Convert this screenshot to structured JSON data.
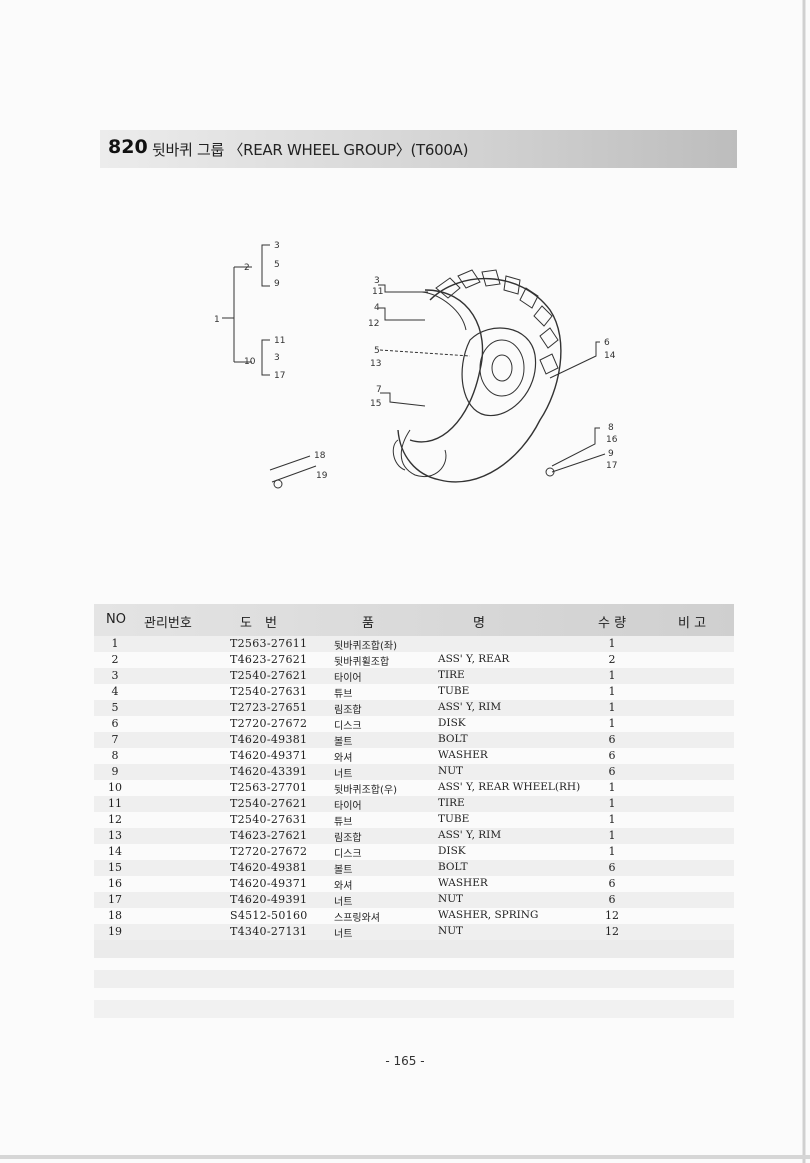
{
  "header": {
    "number": "820",
    "title": "뒷바퀴 그룹 〈REAR WHEEL GROUP〉(T600A)"
  },
  "table": {
    "columns": {
      "no": "NO",
      "mgmt": "관리번호",
      "drawing": "도　번",
      "name_a": "품",
      "name_b": "명",
      "qty": "수 량",
      "note": "비 고"
    },
    "rows": [
      {
        "no": "1",
        "part": "T2563-27611",
        "kr": "뒷바퀴조합(좌)",
        "en": "",
        "qty": "1"
      },
      {
        "no": "2",
        "part": "T4623-27621",
        "kr": "뒷바퀴휠조합",
        "en": "ASS' Y, REAR",
        "qty": "2"
      },
      {
        "no": "3",
        "part": "T2540-27621",
        "kr": "타이어",
        "en": "TIRE",
        "qty": "1"
      },
      {
        "no": "4",
        "part": "T2540-27631",
        "kr": "튜브",
        "en": "TUBE",
        "qty": "1"
      },
      {
        "no": "5",
        "part": "T2723-27651",
        "kr": "림조합",
        "en": "ASS' Y, RIM",
        "qty": "1"
      },
      {
        "no": "6",
        "part": "T2720-27672",
        "kr": "디스크",
        "en": "DISK",
        "qty": "1"
      },
      {
        "no": "7",
        "part": "T4620-49381",
        "kr": "볼트",
        "en": "BOLT",
        "qty": "6"
      },
      {
        "no": "8",
        "part": "T4620-49371",
        "kr": "와셔",
        "en": "WASHER",
        "qty": "6"
      },
      {
        "no": "9",
        "part": "T4620-43391",
        "kr": "너트",
        "en": "NUT",
        "qty": "6"
      },
      {
        "no": "10",
        "part": "T2563-27701",
        "kr": "뒷바퀴조합(우)",
        "en": "ASS' Y, REAR WHEEL(RH)",
        "qty": "1"
      },
      {
        "no": "11",
        "part": "T2540-27621",
        "kr": "타이어",
        "en": "TIRE",
        "qty": "1"
      },
      {
        "no": "12",
        "part": "T2540-27631",
        "kr": "튜브",
        "en": "TUBE",
        "qty": "1"
      },
      {
        "no": "13",
        "part": "T4623-27621",
        "kr": "림조합",
        "en": "ASS' Y, RIM",
        "qty": "1"
      },
      {
        "no": "14",
        "part": "T2720-27672",
        "kr": "디스크",
        "en": "DISK",
        "qty": "1"
      },
      {
        "no": "15",
        "part": "T4620-49381",
        "kr": "볼트",
        "en": "BOLT",
        "qty": "6"
      },
      {
        "no": "16",
        "part": "T4620-49371",
        "kr": "와셔",
        "en": "WASHER",
        "qty": "6"
      },
      {
        "no": "17",
        "part": "T4620-49391",
        "kr": "너트",
        "en": "NUT",
        "qty": "6"
      },
      {
        "no": "18",
        "part": "S4512-50160",
        "kr": "스프링와셔",
        "en": "WASHER, SPRING",
        "qty": "12"
      },
      {
        "no": "19",
        "part": "T4340-27131",
        "kr": "너트",
        "en": "NUT",
        "qty": "12"
      }
    ]
  },
  "diagram": {
    "tree_labels": [
      "1",
      "2",
      "3",
      "5",
      "9",
      "10",
      "11",
      "3",
      "17"
    ],
    "callouts": [
      "3",
      "11",
      "4",
      "12",
      "5",
      "13",
      "7",
      "15",
      "6",
      "14",
      "8",
      "16",
      "9",
      "17",
      "18",
      "19"
    ]
  },
  "footer": {
    "page_number": "- 165 -"
  }
}
